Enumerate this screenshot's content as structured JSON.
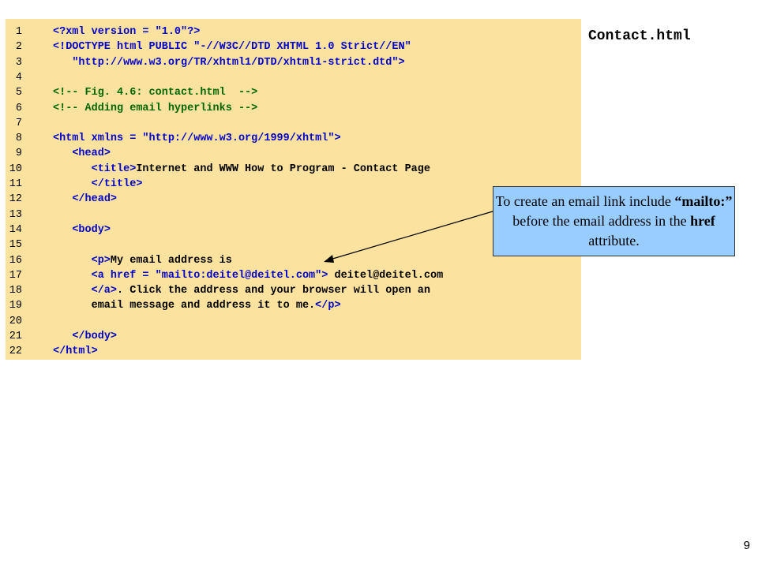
{
  "file_title": "Contact.html",
  "code_lines": [
    {
      "n": "1",
      "segs": [
        [
          "tag",
          "<?xml version = "
        ],
        [
          "val",
          "\"1.0\""
        ],
        [
          "tag",
          "?>"
        ]
      ]
    },
    {
      "n": "2",
      "segs": [
        [
          "tag",
          "<!DOCTYPE html PUBLIC "
        ],
        [
          "val",
          "\"-//W3C//DTD XHTML 1.0 Strict//EN\""
        ]
      ]
    },
    {
      "n": "3",
      "segs": [
        [
          "txt",
          "   "
        ],
        [
          "val",
          "\"http://www.w3.org/TR/xhtml1/DTD/xhtml1-strict.dtd\""
        ],
        [
          "tag",
          ">"
        ]
      ]
    },
    {
      "n": "4",
      "segs": []
    },
    {
      "n": "5",
      "segs": [
        [
          "cmt",
          "<!-- Fig. 4.6: contact.html  -->"
        ]
      ]
    },
    {
      "n": "6",
      "segs": [
        [
          "cmt",
          "<!-- Adding email hyperlinks -->"
        ]
      ]
    },
    {
      "n": "7",
      "segs": []
    },
    {
      "n": "8",
      "segs": [
        [
          "tag",
          "<html xmlns = "
        ],
        [
          "val",
          "\"http://www.w3.org/1999/xhtml\""
        ],
        [
          "tag",
          ">"
        ]
      ]
    },
    {
      "n": "9",
      "segs": [
        [
          "txt",
          "   "
        ],
        [
          "tag",
          "<head>"
        ]
      ]
    },
    {
      "n": "10",
      "segs": [
        [
          "txt",
          "      "
        ],
        [
          "tag",
          "<title>"
        ],
        [
          "txt",
          "Internet and WWW How to Program - Contact Page"
        ]
      ]
    },
    {
      "n": "11",
      "segs": [
        [
          "txt",
          "      "
        ],
        [
          "tag",
          "</title>"
        ]
      ]
    },
    {
      "n": "12",
      "segs": [
        [
          "txt",
          "   "
        ],
        [
          "tag",
          "</head>"
        ]
      ]
    },
    {
      "n": "13",
      "segs": []
    },
    {
      "n": "14",
      "segs": [
        [
          "txt",
          "   "
        ],
        [
          "tag",
          "<body>"
        ]
      ]
    },
    {
      "n": "15",
      "segs": []
    },
    {
      "n": "16",
      "segs": [
        [
          "txt",
          "      "
        ],
        [
          "tag",
          "<p>"
        ],
        [
          "txt",
          "My email address is"
        ]
      ]
    },
    {
      "n": "17",
      "segs": [
        [
          "txt",
          "      "
        ],
        [
          "tag",
          "<a href = "
        ],
        [
          "val",
          "\"mailto:deitel@deitel.com\""
        ],
        [
          "tag",
          ">"
        ],
        [
          "txt",
          " deitel@deitel.com"
        ]
      ]
    },
    {
      "n": "18",
      "segs": [
        [
          "txt",
          "      "
        ],
        [
          "tag",
          "</a>"
        ],
        [
          "txt",
          ". Click the address and your browser will open an"
        ]
      ]
    },
    {
      "n": "19",
      "segs": [
        [
          "txt",
          "      email message and address it to me."
        ],
        [
          "tag",
          "</p>"
        ]
      ]
    },
    {
      "n": "20",
      "segs": []
    },
    {
      "n": "21",
      "segs": [
        [
          "txt",
          "   "
        ],
        [
          "tag",
          "</body>"
        ]
      ]
    },
    {
      "n": "22",
      "segs": [
        [
          "tag",
          "</html>"
        ]
      ]
    }
  ],
  "callout": {
    "part1": "To create an email link include ",
    "bold1": "“mailto:”",
    "part2": " before the email address in the ",
    "bold2": "href",
    "part3": " attribute."
  },
  "page_number": "9",
  "colors": {
    "code_background": "#fbe29f",
    "callout_background": "#99ccff",
    "markup": "#0000cc",
    "comment": "#006600"
  }
}
